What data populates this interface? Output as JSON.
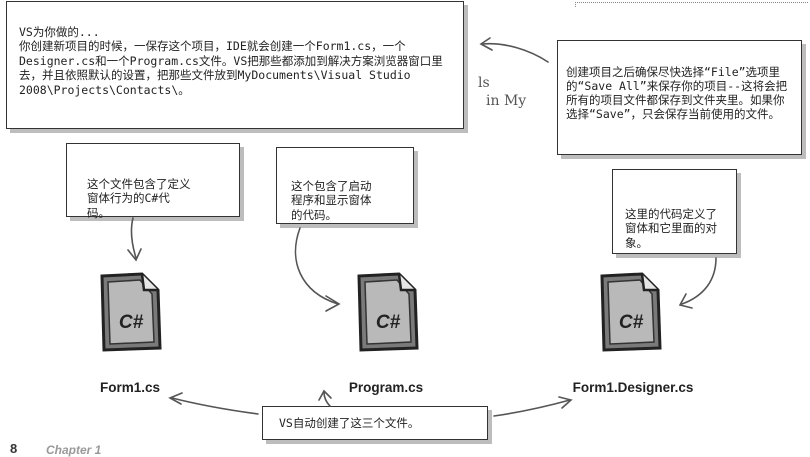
{
  "notes": {
    "top_left": "VS为你做的...\n你创建新项目的时候，一保存这个项目，IDE就会创建一个Form1.cs，一个Designer.cs和一个Program.cs文件。VS把那些都添加到解决方案浏览器窗口里去，并且依照默认的设置，把那些文件放到MyDocuments\\Visual Studio 2008\\Projects\\Contacts\\。",
    "top_right": "创建项目之后确保尽快选择“File”选项里的“Save All”来保存你的项目--这将会把所有的项目文件都保存到文件夹里。如果你选择“Save”，只会保存当前使用的文件。",
    "form1": "这个文件包含了定义窗体行为的C#代码。",
    "program": "这个包含了启动程序和显示窗体的代码。",
    "designer": "这里的代码定义了窗体和它里面的对象。",
    "bottom": "VS自动创建了这三个文件。"
  },
  "background_text": {
    "fragment1": "ls",
    "fragment2": "in My"
  },
  "files": {
    "icon_text": "C#",
    "form1": "Form1.cs",
    "program": "Program.cs",
    "designer": "Form1.Designer.cs"
  },
  "footer": {
    "page_number": "8",
    "chapter": "Chapter 1"
  }
}
